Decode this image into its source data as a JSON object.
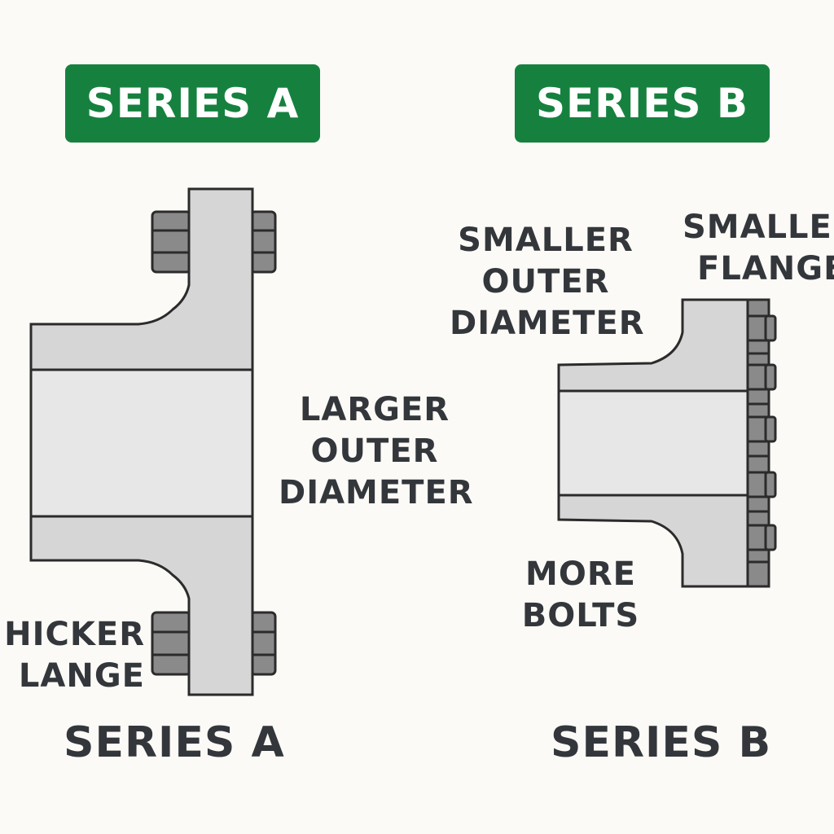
{
  "colors": {
    "background": "#fbfaf6",
    "badge": "#16813f",
    "metal": "#d6d6d6",
    "bore": "#e7e7e7",
    "bolt": "#8a8a8a",
    "outline": "#2b2b2b",
    "text": "#33363a"
  },
  "series_a": {
    "badge": "SERIES A",
    "label_od": [
      "LARGER",
      "OUTER",
      "DIAMETER"
    ],
    "label_flange": [
      "HICKER",
      "LANGE"
    ],
    "caption": "SERIES A"
  },
  "series_b": {
    "badge": "SERIES B",
    "label_od": [
      "SMALLER",
      "OUTER",
      "DIAMETER"
    ],
    "label_flange": [
      "SMALLER",
      "FLANGE"
    ],
    "label_bolts": [
      "MORE",
      "BOLTS"
    ],
    "caption": "SERIES B"
  }
}
